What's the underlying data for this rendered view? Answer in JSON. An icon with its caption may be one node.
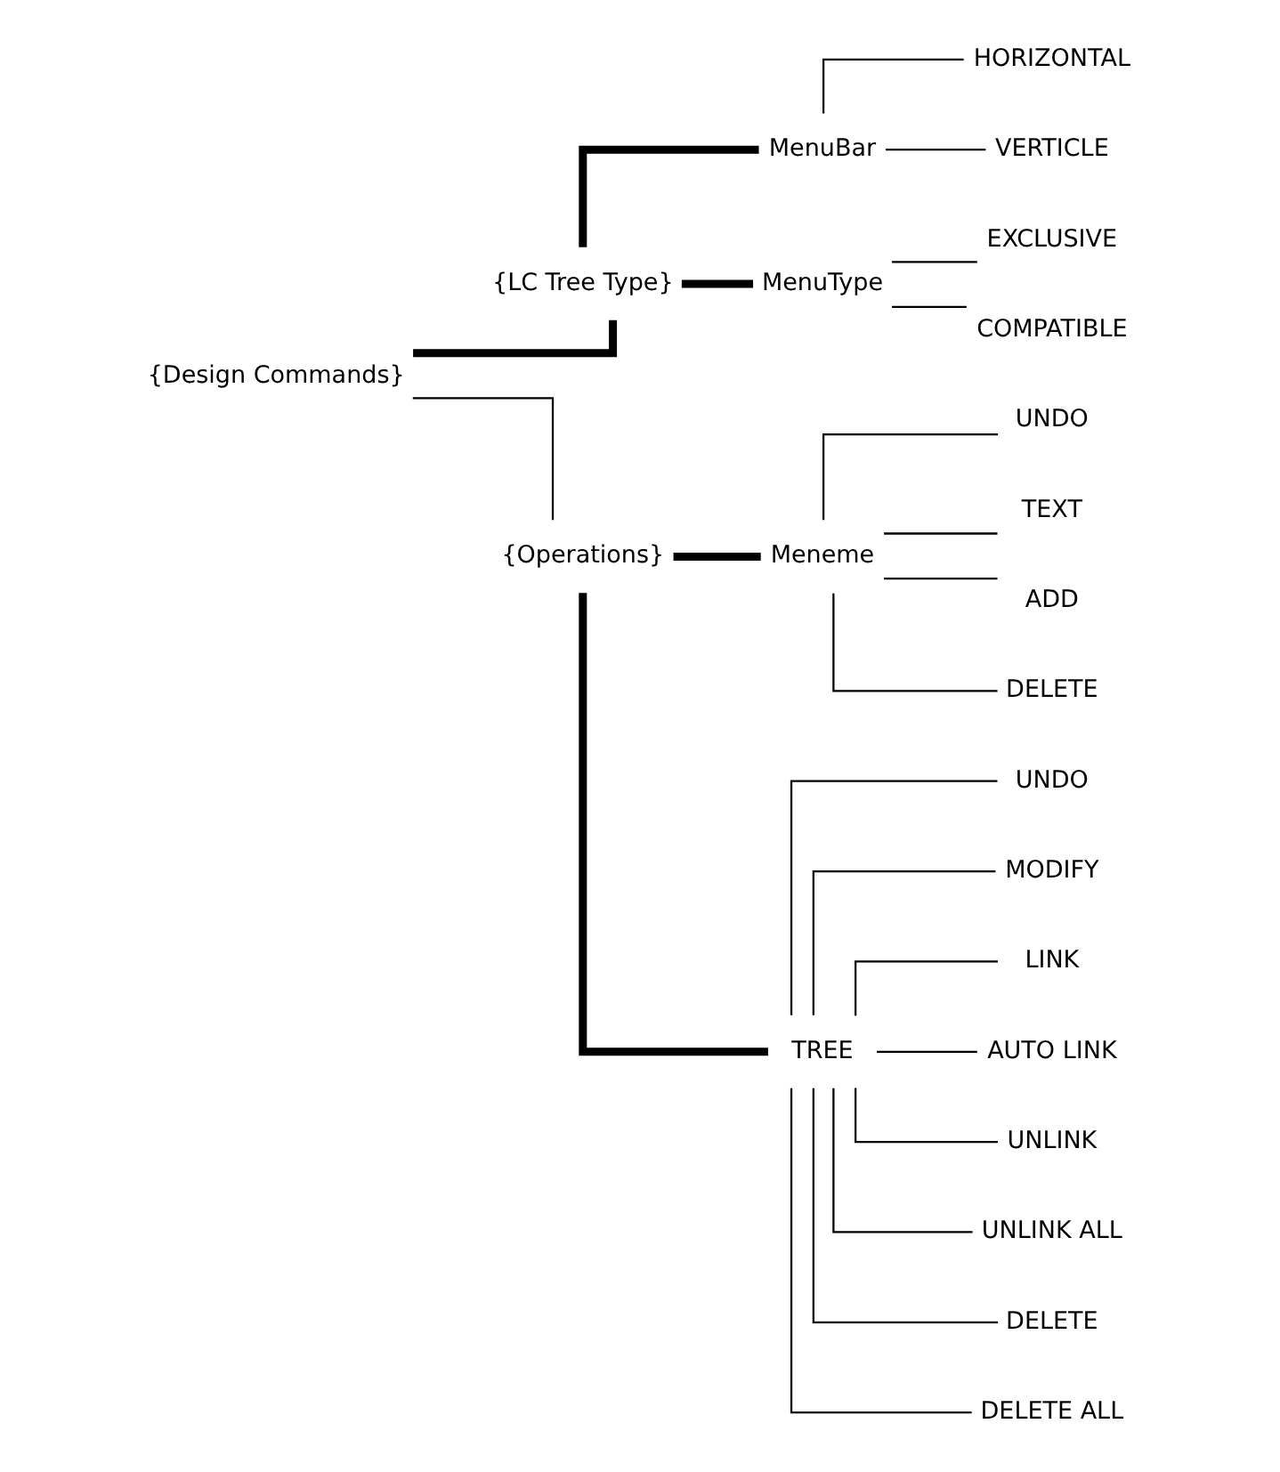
{
  "diagram": {
    "nodes": [
      {
        "text": [
          "{Design Commands}"
        ]
      },
      {
        "text": [
          "{LC Tree Type}"
        ]
      },
      {
        "text": [
          "MenuBar"
        ]
      },
      {
        "text": [
          "HORIZONTAL"
        ]
      },
      {
        "text": [
          "VERTICLE"
        ]
      },
      {
        "text": [
          "MenuType"
        ]
      },
      {
        "text": [
          "EXCLUSIVE"
        ]
      },
      {
        "text": [
          "COMPATIBLE"
        ]
      },
      {
        "text": [
          "{Operations}"
        ]
      },
      {
        "text": [
          "Meneme"
        ]
      },
      {
        "text": [
          "UNDO"
        ]
      },
      {
        "text": [
          "TEXT"
        ]
      },
      {
        "text": [
          "ADD"
        ]
      },
      {
        "text": [
          "DELETE"
        ]
      },
      {
        "text": [
          "TREE"
        ]
      },
      {
        "text": [
          "UNDO"
        ]
      },
      {
        "text": [
          "MODIFY"
        ]
      },
      {
        "text": [
          "LINK"
        ]
      },
      {
        "text": [
          "AUTO LINK"
        ]
      },
      {
        "text": [
          "UNLINK"
        ]
      },
      {
        "text": [
          "UNLINK ALL"
        ]
      },
      {
        "text": [
          "DELETE"
        ]
      },
      {
        "text": [
          "DELETE ALL"
        ]
      }
    ],
    "edges": [
      {
        "from": 0,
        "to": 1,
        "arrow": "none",
        "style": "thick"
      },
      {
        "from": 1,
        "to": 2,
        "arrow": "none",
        "style": "thick"
      },
      {
        "from": 2,
        "to": 3,
        "arrow": "none"
      },
      {
        "from": 2,
        "to": 4,
        "arrow": "none"
      },
      {
        "from": 1,
        "to": 5,
        "arrow": "none",
        "style": "thick"
      },
      {
        "from": 5,
        "to": 6,
        "arrow": "none"
      },
      {
        "from": 5,
        "to": 7,
        "arrow": "none"
      },
      {
        "from": 0,
        "to": 8,
        "arrow": "none"
      },
      {
        "from": 8,
        "to": 9,
        "arrow": "none",
        "style": "thick"
      },
      {
        "from": 9,
        "to": 10,
        "arrow": "none"
      },
      {
        "from": 9,
        "to": 11,
        "arrow": "none"
      },
      {
        "from": 9,
        "to": 12,
        "arrow": "none"
      },
      {
        "from": 9,
        "to": 13,
        "arrow": "none"
      },
      {
        "from": 8,
        "to": 14,
        "arrow": "none",
        "style": "thick"
      },
      {
        "from": 14,
        "to": 15,
        "arrow": "none"
      },
      {
        "from": 14,
        "to": 16,
        "arrow": "none"
      },
      {
        "from": 14,
        "to": 17,
        "arrow": "none"
      },
      {
        "from": 14,
        "to": 18,
        "arrow": "none"
      },
      {
        "from": 14,
        "to": 19,
        "arrow": "none"
      },
      {
        "from": 14,
        "to": 20,
        "arrow": "none"
      },
      {
        "from": 14,
        "to": 21,
        "arrow": "none"
      },
      {
        "from": 14,
        "to": 22,
        "arrow": "none"
      }
    ]
  }
}
